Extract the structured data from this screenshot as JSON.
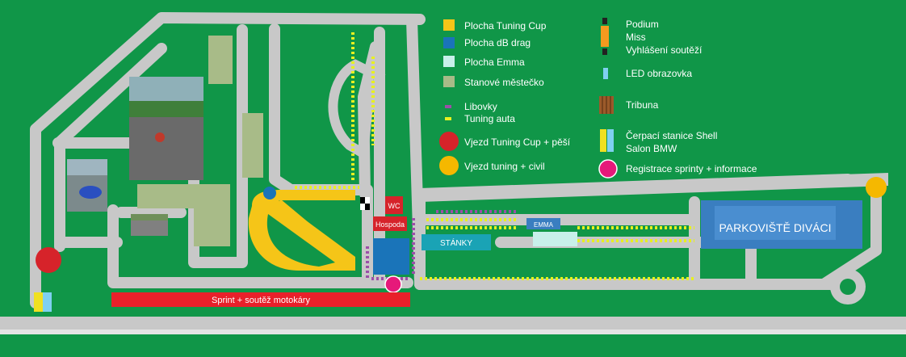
{
  "colors": {
    "grass": "#109648",
    "road": "#c8c8c8",
    "tuning_cup": "#f5c518",
    "db_drag": "#1a74b9",
    "emma": "#c8f0ea",
    "tents": "#a8bb88",
    "libovky": "#9b4fa8",
    "tuning_auta": "#e8f020",
    "entry_cup": "#d6232a",
    "entry_tuning": "#f5b800",
    "registration": "#e6197a",
    "podium": "#f59a1f",
    "led": "#7fd0f0",
    "tribuna": "#9b5a2a",
    "shell": "#f0e020",
    "bmw": "#7fd0f0",
    "sprint": "#e8202a",
    "stanky": "#1aa3b5",
    "parking": "#3a7ec0",
    "wc": "#d6232a"
  },
  "legend_left": [
    {
      "icon": "square",
      "color_key": "tuning_cup",
      "label": "Plocha Tuning Cup"
    },
    {
      "icon": "square",
      "color_key": "db_drag",
      "label": "Plocha dB drag"
    },
    {
      "icon": "square",
      "color_key": "emma",
      "label": "Plocha Emma"
    },
    {
      "icon": "square",
      "color_key": "tents",
      "label": "Stanové městečko"
    },
    {
      "icon": "dash",
      "color_key": "libovky",
      "label": "Libovky"
    },
    {
      "icon": "dash",
      "color_key": "tuning_auta",
      "label": "Tuning auta"
    },
    {
      "icon": "circle",
      "color_key": "entry_cup",
      "label": "Vjezd Tuning Cup + pěší"
    },
    {
      "icon": "circle",
      "color_key": "entry_tuning",
      "label": "Vjezd tuning + civil"
    }
  ],
  "legend_right": {
    "podium_lines": [
      "Podium",
      "Miss",
      "Vyhlášení soutěží"
    ],
    "led": "LED obrazovka",
    "tribuna": "Tribuna",
    "shell_lines": [
      "Čerpací stanice Shell",
      "Salon BMW"
    ],
    "registrace": "Registrace sprinty + informace"
  },
  "map_labels": {
    "sprint": "Sprint + soutěž motokáry",
    "stanky": "STÁNKY",
    "parking": "PARKOVIŠTĚ DIVÁCI",
    "emma": "EMMA",
    "wc": "WC",
    "hospoda": "Hospoda"
  }
}
